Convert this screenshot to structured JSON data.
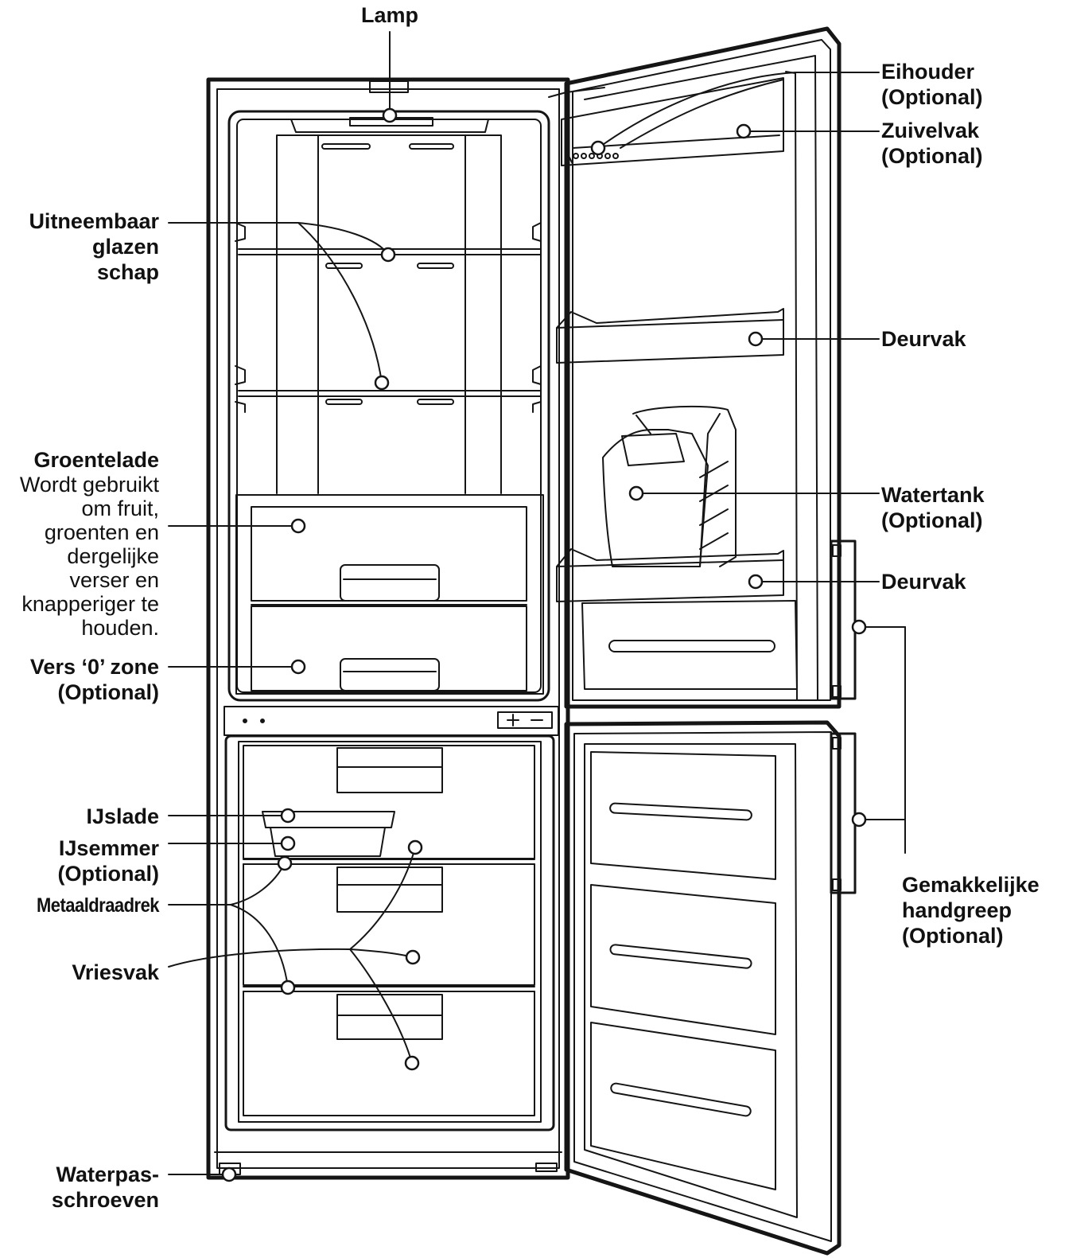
{
  "labels": {
    "lamp": "Lamp",
    "egg_holder": [
      "Eihouder",
      "(Optional)"
    ],
    "dairy": [
      "Zuivelvak",
      "(Optional)"
    ],
    "glass_shelf": [
      "Uitneembaar",
      "glazen",
      "schap"
    ],
    "door_shelf_1": "Deurvak",
    "water_tank": [
      "Watertank",
      "(Optional)"
    ],
    "door_shelf_2": "Deurvak",
    "crisper_title": "Groentelade",
    "crisper_desc": [
      "Wordt gebruikt",
      "om fruit,",
      "groenten en",
      "dergelijke",
      "verser en",
      "knapperiger te",
      "houden."
    ],
    "fresh_zone": [
      "Vers ‘0’ zone",
      "(Optional)"
    ],
    "ice_tray": "IJslade",
    "ice_bucket": [
      "IJsemmer",
      "(Optional)"
    ],
    "wire_rack": "Metaaldraadrek",
    "freezer": "Vriesvak",
    "handle": [
      "Gemakkelijke",
      "handgreep",
      "(Optional)"
    ],
    "leveling": [
      "Waterpas-",
      "schroeven"
    ]
  }
}
